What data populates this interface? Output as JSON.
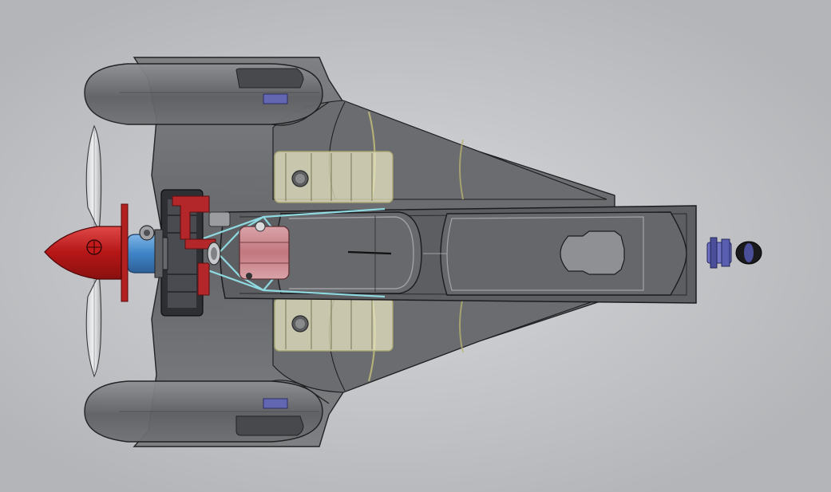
{
  "viewport": {
    "background_center": "#d9dbde",
    "background_edge": "#b3b5b8"
  },
  "model": {
    "parts": [
      "propeller-blade",
      "spinner",
      "engine-block",
      "radiator",
      "engine-mount-frame",
      "fuel-tank",
      "wing-panel-top",
      "wing-panel-bottom",
      "cockpit-canopy",
      "rear-fuselage-cutout",
      "wing-float-top",
      "wing-float-bottom",
      "tail-wheel-assembly"
    ],
    "colors": {
      "hull": "#6e7073",
      "hull_light": "#8c8e91",
      "outline": "#1c1c1e",
      "wing_panel": "#e8e6c2",
      "wing_panel_edge": "#a9a66e",
      "spinner": "#c81c1c",
      "engine_housing": "#4a8fd0",
      "engine_block": "#3a3a3e",
      "radiator": "#b3262a",
      "mount_frame": "#8fd9e0",
      "fuel_tank": "#c98d92",
      "tail_wheel": "#4b4f9a"
    }
  }
}
